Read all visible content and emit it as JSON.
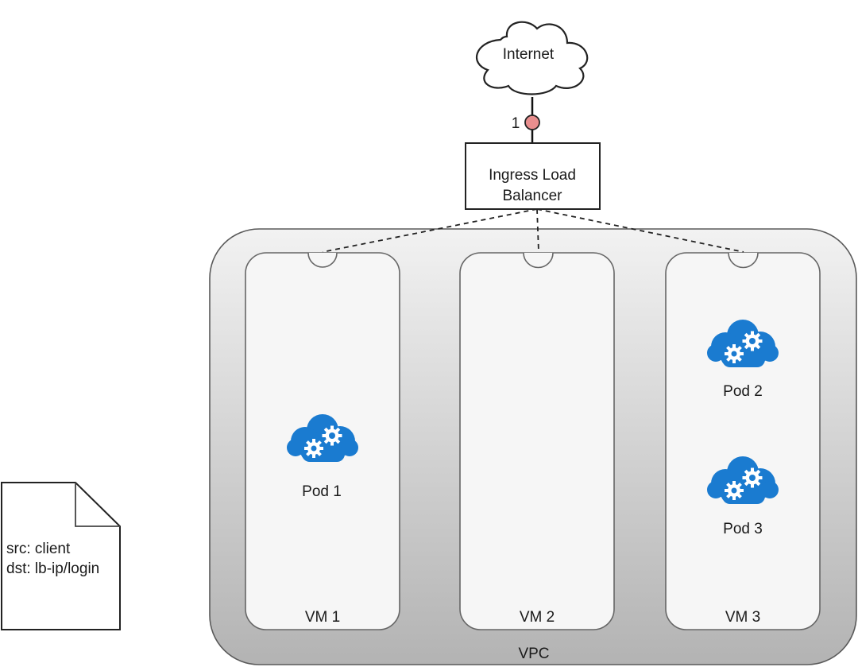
{
  "diagram": {
    "internet": {
      "label": "Internet"
    },
    "step_marker": {
      "label": "1",
      "color": "#e88e8e"
    },
    "load_balancer": {
      "line1": "Ingress Load",
      "line2": "Balancer"
    },
    "vpc": {
      "label": "VPC"
    },
    "vms": [
      {
        "label": "VM 1"
      },
      {
        "label": "VM 2"
      },
      {
        "label": "VM 3"
      }
    ],
    "pods": [
      {
        "label": "Pod 1",
        "vm": "VM 1"
      },
      {
        "label": "Pod 2",
        "vm": "VM 3"
      },
      {
        "label": "Pod 3",
        "vm": "VM 3"
      }
    ],
    "packet": {
      "line1": "src: client",
      "line2": "dst: lb-ip/login"
    },
    "colors": {
      "pod_icon": "#1a7bd0",
      "vpc_fill_top": "#efefef",
      "vpc_fill_bottom": "#b4b4b4",
      "vm_fill": "#f6f6f6",
      "border": "#666666"
    }
  }
}
